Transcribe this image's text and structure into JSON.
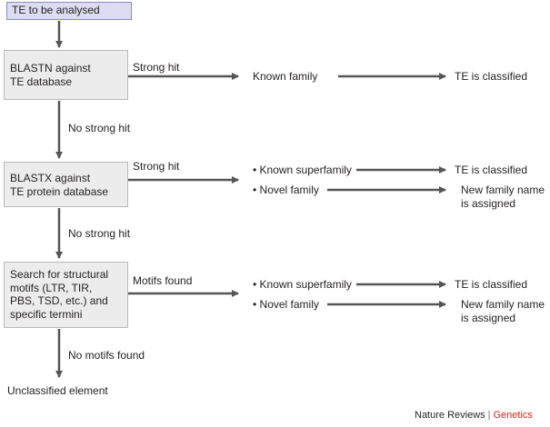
{
  "start": "TE to be analysed",
  "step1": {
    "box": [
      "BLASTN against",
      "TE database"
    ],
    "hit_label": "Strong hit",
    "result": "Known family",
    "outcome": "TE is classified",
    "miss_label": "No strong hit"
  },
  "step2": {
    "box": [
      "BLASTX against",
      "TE protein database"
    ],
    "hit_label": "Strong hit",
    "result_a": "• Known superfamily",
    "outcome_a": "TE is classified",
    "result_b": "• Novel family",
    "outcome_b": [
      "New family name",
      "is assigned"
    ],
    "miss_label": "No strong hit"
  },
  "step3": {
    "box": [
      "Search for structural",
      "motifs (LTR, TIR,",
      "PBS, TSD, etc.) and",
      "specific termini"
    ],
    "hit_label": "Motifs found",
    "result_a": "• Known superfamily",
    "outcome_a": "TE is classified",
    "result_b": "• Novel family",
    "outcome_b": [
      "New family name",
      "is assigned"
    ],
    "miss_label": "No motifs found"
  },
  "end": "Unclassified element",
  "journal": {
    "name": "Nature Reviews",
    "section": "Genetics"
  }
}
